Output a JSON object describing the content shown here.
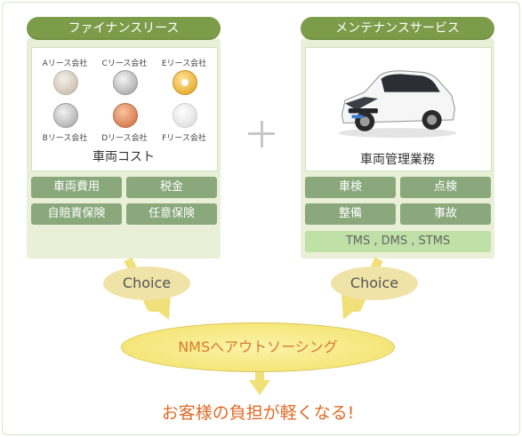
{
  "finance": {
    "title": "ファイナンスリース",
    "companies": [
      "Aリース会社",
      "Cリース会社",
      "Eリース会社",
      "Bリース会社",
      "Dリース会社",
      "Fリース会社"
    ],
    "caption": "車両コスト",
    "buttons": [
      "車両費用",
      "税金",
      "自賠責保険",
      "任意保険"
    ]
  },
  "maintenance": {
    "title": "メンテナンスサービス",
    "caption": "車両管理業務",
    "buttons": [
      "車検",
      "点検",
      "整備",
      "事故"
    ],
    "wide_button": "TMS , DMS , STMS"
  },
  "choice_left": "Choice",
  "choice_right": "Choice",
  "nms": "NMSへアウトソーシング",
  "result": "お客様の負担が軽くなる!",
  "colors": {
    "green": "#7d9c4a",
    "button": "#8aa87c",
    "accent": "#e06a26"
  }
}
